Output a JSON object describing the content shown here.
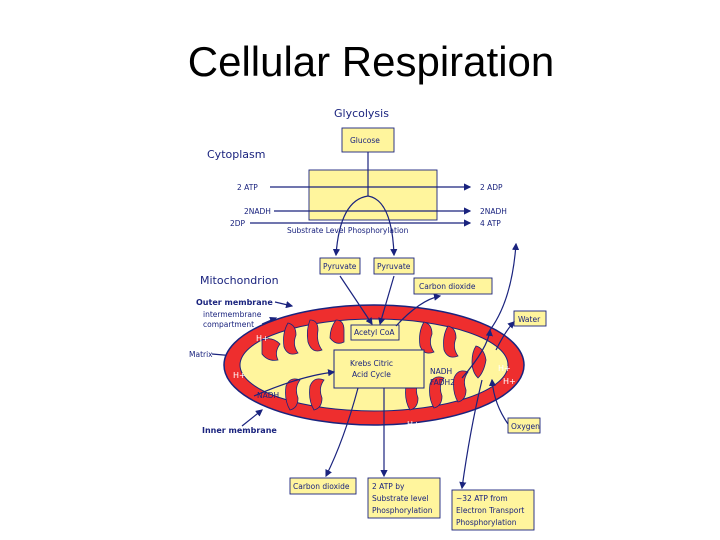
{
  "title": "Cellular Respiration",
  "diagram": {
    "glycolysis_header": "Glycolysis",
    "glucose_box": "Glucose",
    "cytoplasm_label": "Cytoplasm",
    "left_2atp": "2 ATP",
    "left_2nadh": "2NADH",
    "left_2dp": "2DP",
    "right_2adp": "2 ADP",
    "right_2nadh": "2NADH",
    "right_4atp": "4 ATP",
    "substrate_level": "Substrate Level Phosphorylation",
    "pyruvate_1": "Pyruvate",
    "pyruvate_2": "Pyruvate",
    "carbon_dioxide_top": "Carbon dioxide",
    "mitochondrion_label": "Mitochondrion",
    "outer_membrane": "Outer membrane",
    "intermembrane_1": "intermembrane",
    "intermembrane_2": "compartment",
    "matrix_label": "Matrix",
    "inner_membrane": "Inner membrane",
    "acetyl_coa": "Acetyl CoA",
    "krebs_line1": "Krebs Citric",
    "krebs_line2": "Acid Cycle",
    "nadh_label": "NADH",
    "fadh2_label": "FADH2",
    "nadh_lower": "NADH",
    "h_plus": "H+",
    "water_box": "Water",
    "oxygen_box": "Oxygen",
    "co2_bottom": "Carbon dioxide",
    "atp_sub_1": "2 ATP by",
    "atp_sub_2": "Substrate level",
    "atp_sub_3": "Phosphorylation",
    "atp_et_1": "~32 ATP from",
    "atp_et_2": "Electron Transport",
    "atp_et_3": "Phosphorylation",
    "colors": {
      "membrane_red": "#ee2e2e",
      "matrix_yellow": "#fff59d",
      "ink_blue": "#1a237e"
    }
  }
}
